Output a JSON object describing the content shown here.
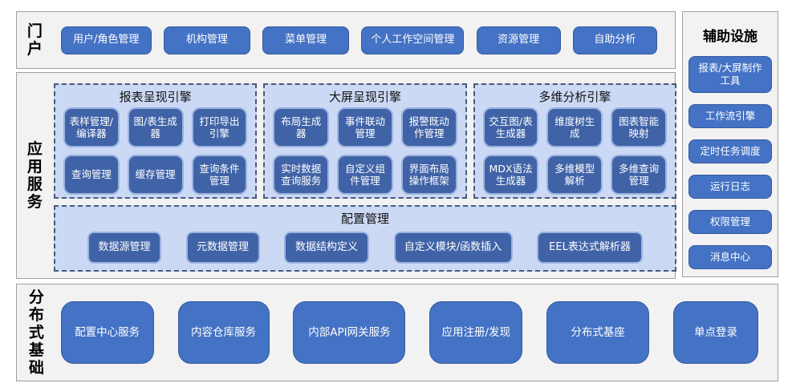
{
  "colors": {
    "node_blue": "#4472c4",
    "node_dark_blue": "#4063a7",
    "node_light_border": "#9cb3e0",
    "panel_light_blue": "#cbd9f4",
    "band_gray": "#f2f2f2",
    "dashed_border": "#4a5a78"
  },
  "portal": {
    "label": "门户",
    "items": [
      "用户/角色管理",
      "机构管理",
      "菜单管理",
      "个人工作空间管理",
      "资源管理",
      "自助分析"
    ]
  },
  "app_services": {
    "label": "应用服务",
    "engines": [
      {
        "title": "报表呈现引擎",
        "items": [
          "表样管理/编译器",
          "图/表生成器",
          "打印导出引擎",
          "查询管理",
          "缓存管理",
          "查询条件管理"
        ]
      },
      {
        "title": "大屏呈现引擎",
        "items": [
          "布局生成器",
          "事件联动管理",
          "报警既动作管理",
          "实时数据查询服务",
          "自定义组件管理",
          "界面布局操作框架"
        ]
      },
      {
        "title": "多维分析引擎",
        "items": [
          "交互图/表生成器",
          "维度树生成",
          "图表智能映射",
          "MDX语法生成器",
          "多维模型解析",
          "多维查询管理"
        ]
      }
    ],
    "config": {
      "title": "配置管理",
      "items": [
        "数据源管理",
        "元数据管理",
        "数据结构定义",
        "自定义模块/函数插入",
        "EEL表达式解析器"
      ]
    }
  },
  "auxiliary": {
    "label": "辅助设施",
    "items": [
      "报表/大屏制作工具",
      "工作流引擎",
      "定时任务调度",
      "运行日志",
      "权限管理",
      "消息中心"
    ]
  },
  "distributed": {
    "label": "分布式基础",
    "items": [
      "配置中心服务",
      "内容仓库服务",
      "内部API网关服务",
      "应用注册/发现",
      "分布式基座",
      "单点登录"
    ]
  }
}
